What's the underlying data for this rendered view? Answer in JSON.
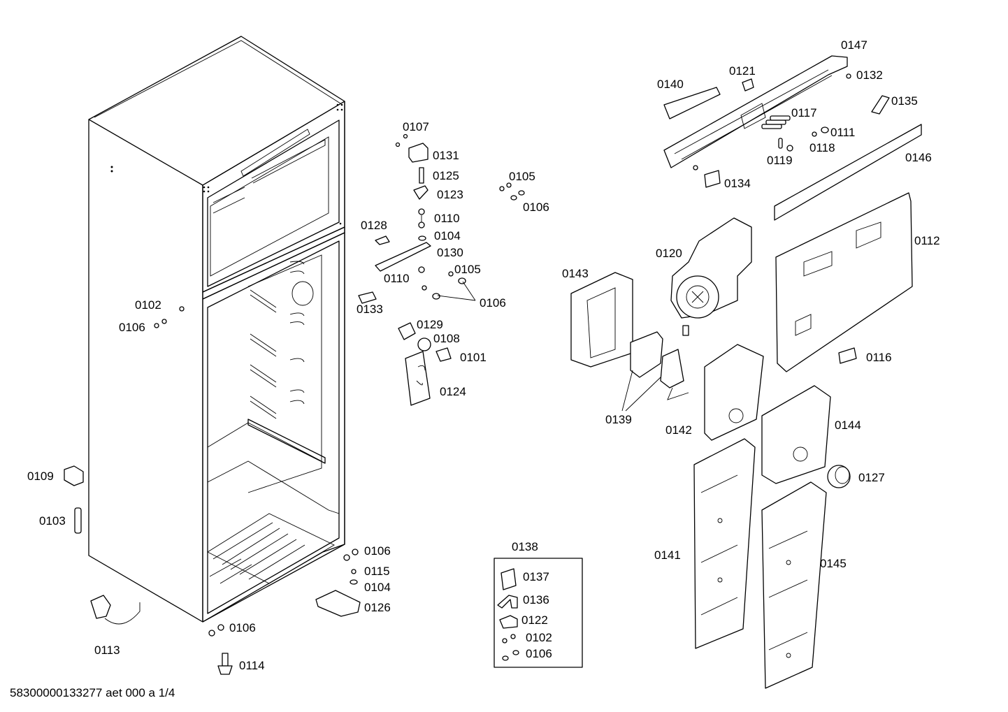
{
  "footer": "58300000133277 aet 000 a 1/4",
  "inset_title": "0138",
  "labels": {
    "l0107": "0107",
    "l0131": "0131",
    "l0125": "0125",
    "l0123": "0123",
    "l0110a": "0110",
    "l0104a": "0104",
    "l0130": "0130",
    "l0128": "0128",
    "l0110b": "0110",
    "l0105a": "0105",
    "l0106a": "0106",
    "l0105b": "0105",
    "l0106b": "0106",
    "l0133": "0133",
    "l0129": "0129",
    "l0108": "0108",
    "l0101": "0101",
    "l0124": "0124",
    "l0102a": "0102",
    "l0106c": "0106",
    "l0109": "0109",
    "l0103": "0103",
    "l0113": "0113",
    "l0106d": "0106",
    "l0115": "0115",
    "l0104b": "0104",
    "l0126": "0126",
    "l0106e": "0106",
    "l0114": "0114",
    "l0137": "0137",
    "l0136": "0136",
    "l0122": "0122",
    "l0102b": "0102",
    "l0106f": "0106",
    "l0147": "0147",
    "l0121": "0121",
    "l0132": "0132",
    "l0140": "0140",
    "l0135": "0135",
    "l0117": "0117",
    "l0111": "0111",
    "l0118": "0118",
    "l0119": "0119",
    "l0146": "0146",
    "l0134": "0134",
    "l0120": "0120",
    "l0112": "0112",
    "l0143": "0143",
    "l0116": "0116",
    "l0139": "0139",
    "l0142": "0142",
    "l0144": "0144",
    "l0127": "0127",
    "l0141": "0141",
    "l0145": "0145"
  }
}
